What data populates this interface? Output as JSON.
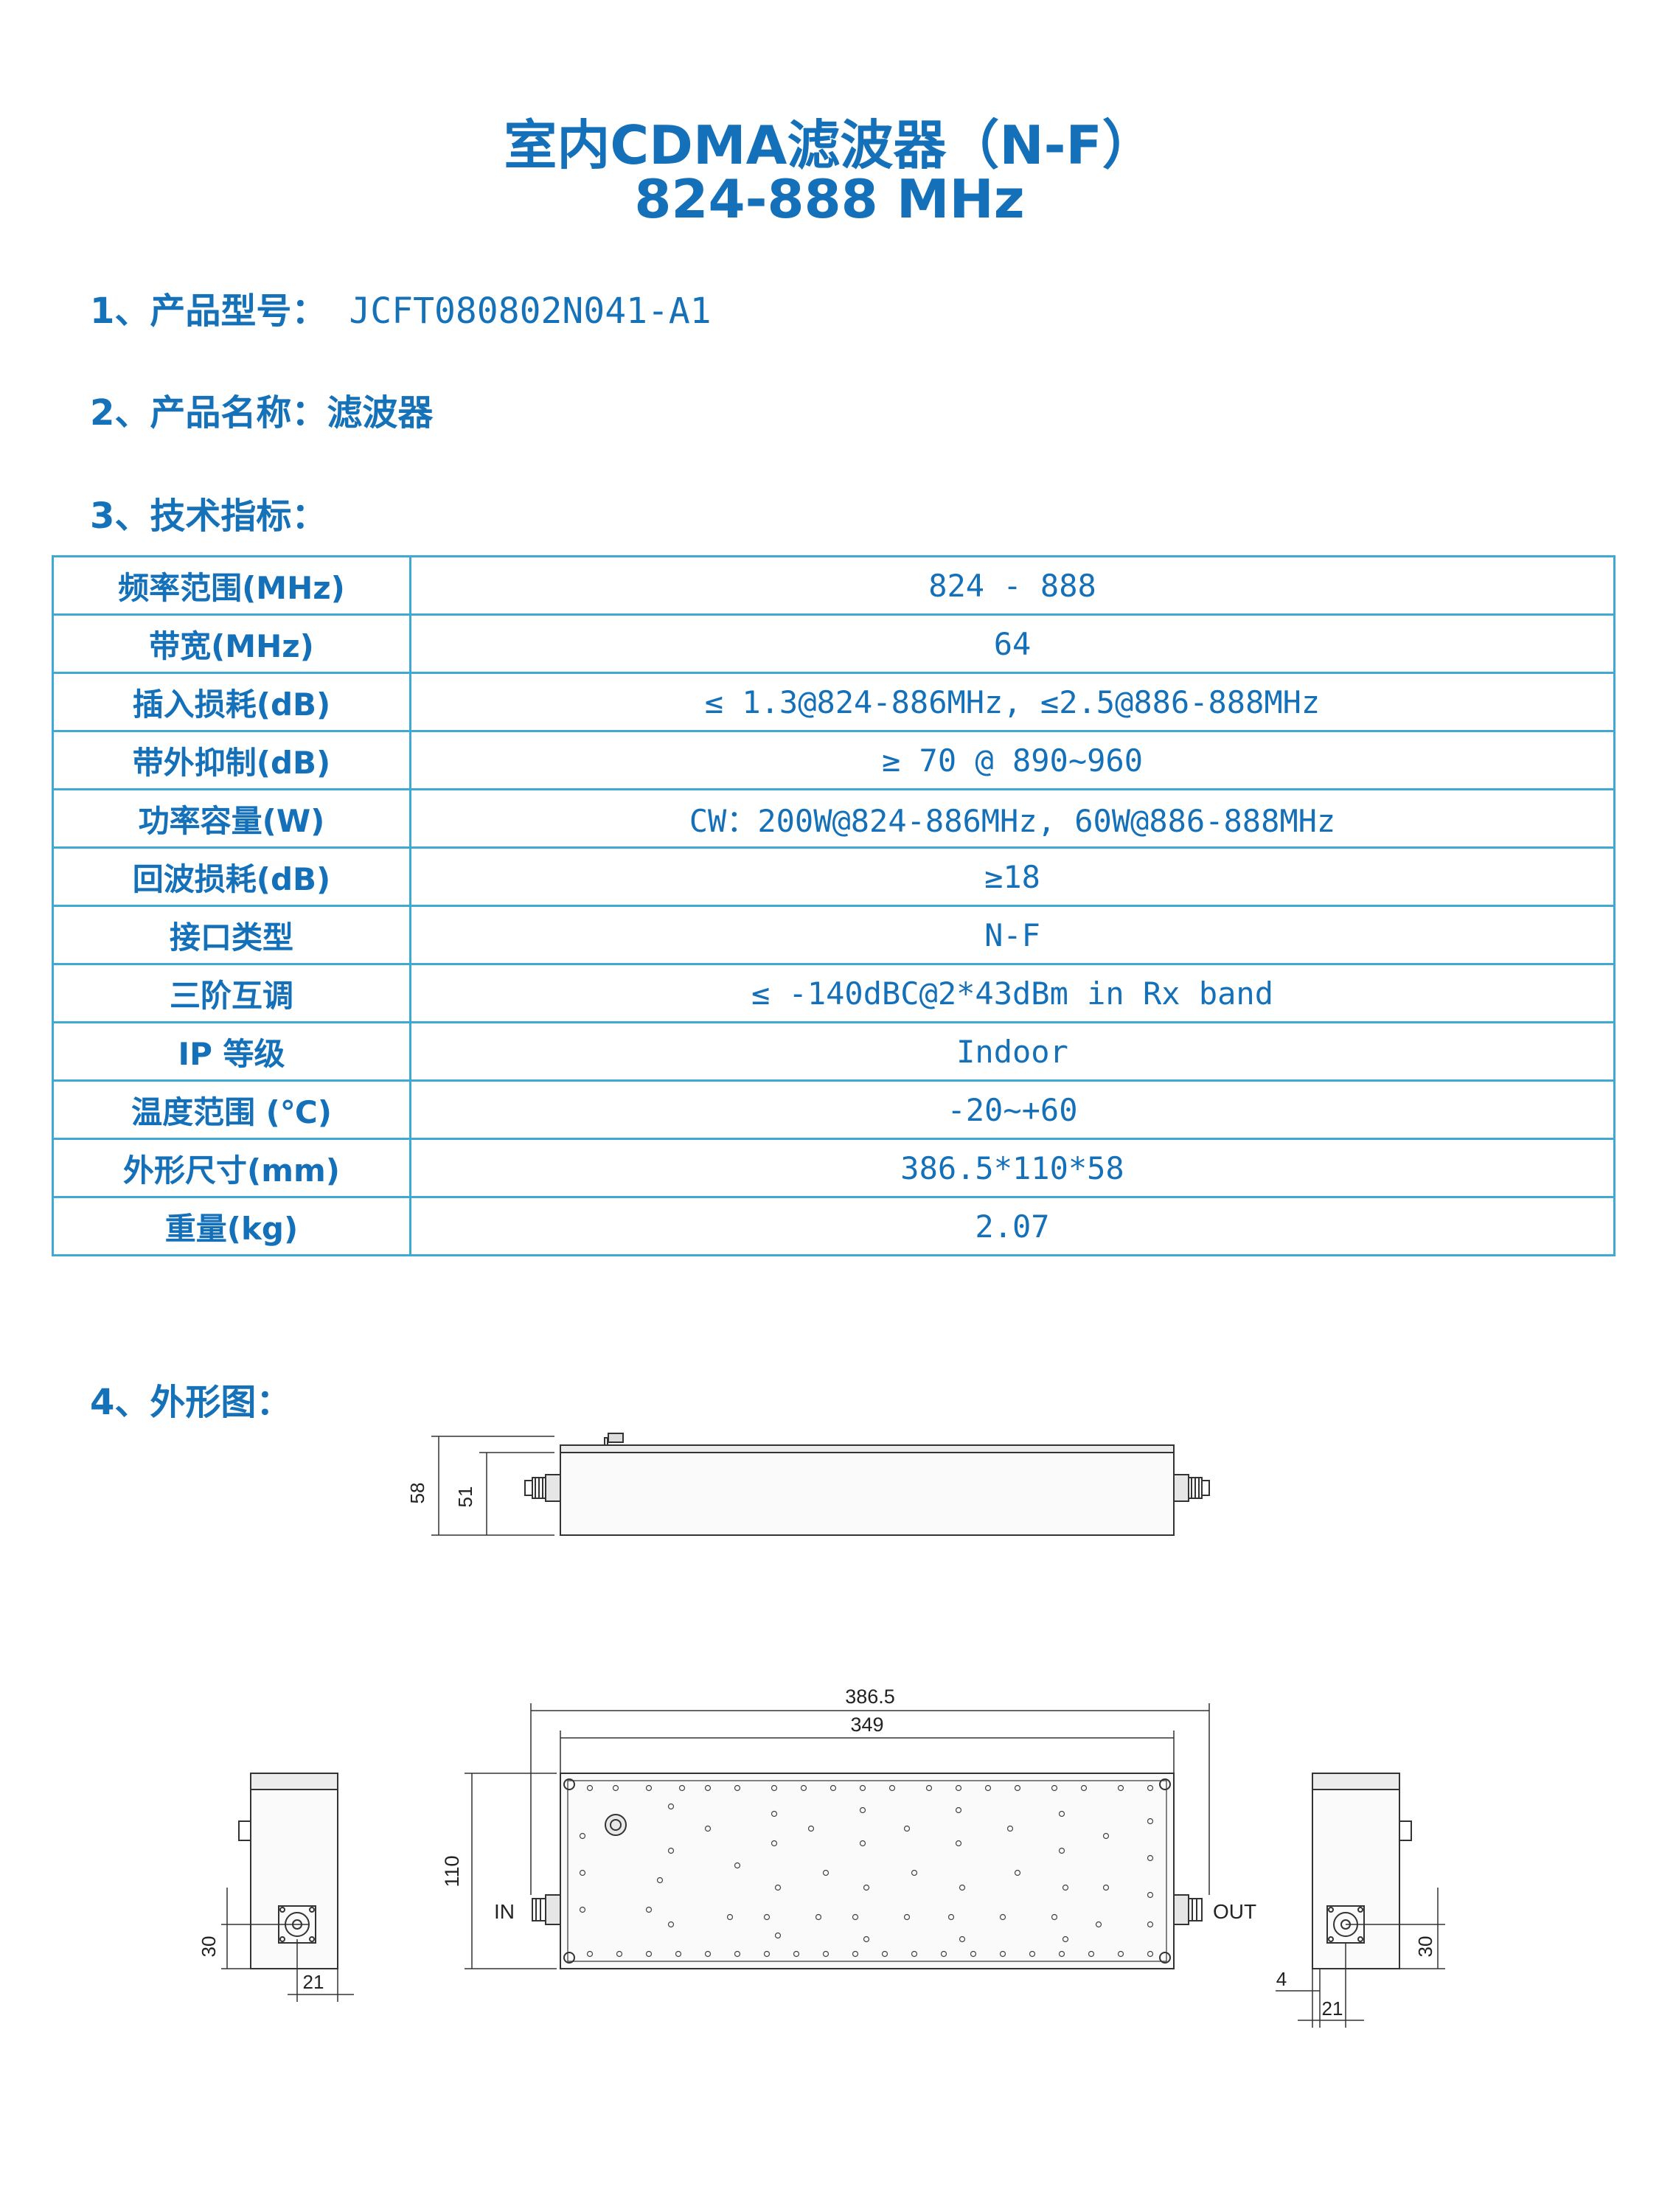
{
  "title": {
    "line1": "室内CDMA滤波器（N-F）",
    "line2": "824-888 MHz"
  },
  "sections": {
    "model_label": "1、产品型号：",
    "model_value": "JCFT080802N041-A1",
    "name_label": "2、产品名称：滤波器",
    "specs_label": "3、技术指标：",
    "drawing_label": "4、外形图："
  },
  "specs": [
    {
      "k": "频率范围(MHz)",
      "v": "824 - 888"
    },
    {
      "k": "带宽(MHz)",
      "v": "64"
    },
    {
      "k": "插入损耗(dB)",
      "v": "≤ 1.3@824-886MHz, ≤2.5@886-888MHz"
    },
    {
      "k": "带外抑制(dB)",
      "v": "≥ 70 @ 890~960"
    },
    {
      "k": "功率容量(W)",
      "v": "CW：200W@824-886MHz, 60W@886-888MHz"
    },
    {
      "k": "回波损耗(dB)",
      "v": "≥18"
    },
    {
      "k": "接口类型",
      "v": "N-F"
    },
    {
      "k": "三阶互调",
      "v": "≤ -140dBC@2*43dBm in Rx band"
    },
    {
      "k": "IP 等级",
      "v": "Indoor"
    },
    {
      "k": "温度范围 (℃)",
      "v": "-20~+60"
    },
    {
      "k": "外形尺寸(mm)",
      "v": "386.5*110*58"
    },
    {
      "k": "重量(kg)",
      "v": "2.07"
    }
  ],
  "drawing": {
    "dim_58": "58",
    "dim_51": "51",
    "dim_386_5": "386.5",
    "dim_349": "349",
    "dim_110": "110",
    "label_in": "IN",
    "label_out": "OUT",
    "dim_30_left": "30",
    "dim_21_left": "21",
    "dim_4": "4",
    "dim_21_right": "21",
    "dim_30_right": "30"
  }
}
